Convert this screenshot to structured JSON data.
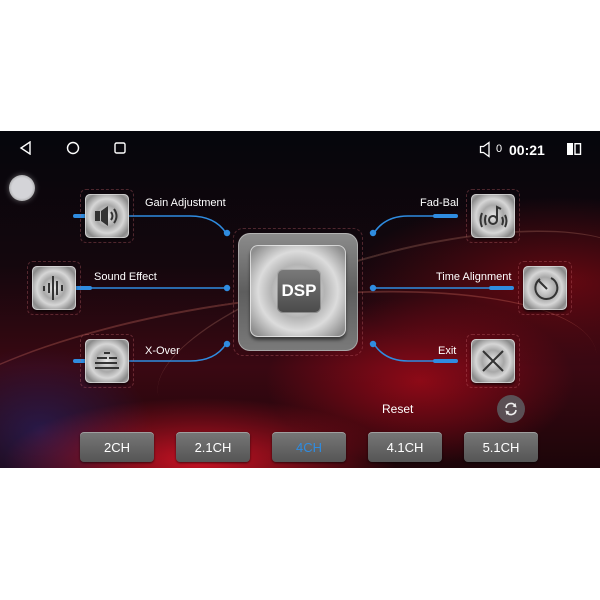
{
  "nav": {
    "back_icon": "back-triangle-icon",
    "home_icon": "home-circle-icon",
    "recents_icon": "recents-square-icon"
  },
  "status_bar": {
    "volume_icon": "speaker-icon",
    "volume_value": "0",
    "time": "00:21",
    "split_icon": "split-screen-icon"
  },
  "center": {
    "label": "DSP"
  },
  "menu": {
    "left": [
      {
        "label": "Gain Adjustment",
        "icon": "speaker-icon"
      },
      {
        "label": "Sound Effect",
        "icon": "waveform-icon"
      },
      {
        "label": "X-Over",
        "icon": "crossover-icon"
      }
    ],
    "right": [
      {
        "label": "Fad-Bal",
        "icon": "fader-balance-icon"
      },
      {
        "label": "Time Alignment",
        "icon": "clock-icon"
      },
      {
        "label": "Exit",
        "icon": "close-icon"
      }
    ]
  },
  "reset": {
    "label": "Reset",
    "icon": "refresh-icon"
  },
  "channels": {
    "active_index": 2,
    "items": [
      "2CH",
      "2.1CH",
      "4CH",
      "4.1CH",
      "5.1CH"
    ]
  },
  "colors": {
    "accent_blue": "#2f8ce0",
    "active_channel_text": "#2f8ce0",
    "button_gray": "#666666"
  }
}
